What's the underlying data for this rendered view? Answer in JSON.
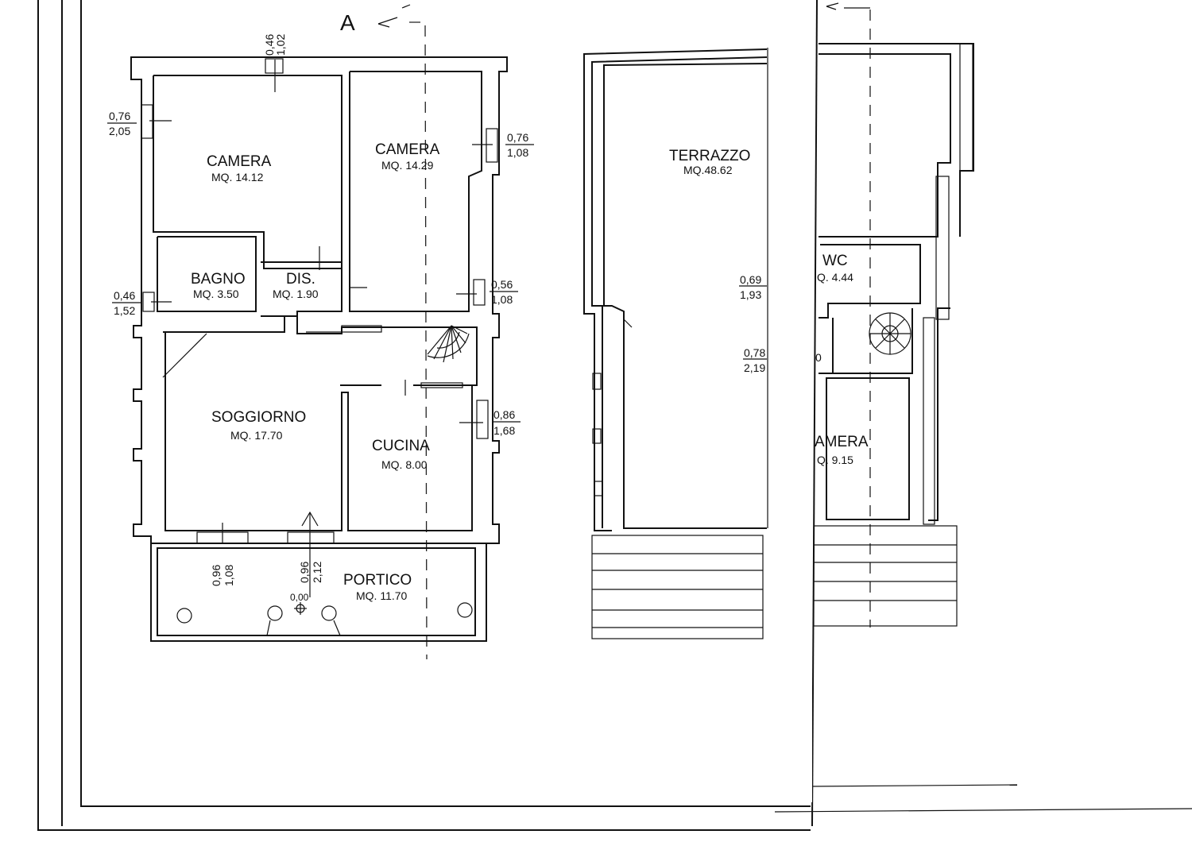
{
  "section_label": "A",
  "ground_floor": {
    "rooms": [
      {
        "name": "CAMERA",
        "area": "MQ. 14.12"
      },
      {
        "name": "CAMERA",
        "area": "MQ. 14.29"
      },
      {
        "name": "BAGNO",
        "area": "MQ. 3.50"
      },
      {
        "name": "DIS.",
        "area": "MQ. 1.90"
      },
      {
        "name": "SOGGIORNO",
        "area": "MQ. 17.70"
      },
      {
        "name": "CUCINA",
        "area": "MQ. 8.00"
      },
      {
        "name": "PORTICO",
        "area": "MQ. 11.70"
      }
    ],
    "window_dims": [
      {
        "top": "0,46",
        "bottom": "1,02"
      },
      {
        "top": "0,76",
        "bottom": "2,05"
      },
      {
        "top": "0,76",
        "bottom": "1,08"
      },
      {
        "top": "0,46",
        "bottom": "1,52"
      },
      {
        "top": "0,56",
        "bottom": "1,08"
      },
      {
        "top": "0,86",
        "bottom": "1,68"
      },
      {
        "top": "0,96",
        "bottom": "1,08"
      },
      {
        "top": "0,96",
        "bottom": "2,12"
      }
    ],
    "level": "0,00"
  },
  "terrace": {
    "room": {
      "name": "TERRAZZO",
      "area": "MQ.48.62"
    },
    "window_dims": [
      {
        "top": "0,69",
        "bottom": "1,93"
      },
      {
        "top": "0,78",
        "bottom": "2,19"
      }
    ]
  },
  "upper_floor": {
    "rooms": [
      {
        "name": "WC",
        "area": "Q. 4.44"
      },
      {
        "name": "AMERA",
        "area": "Q. 9.15"
      }
    ],
    "fragment": "0"
  }
}
